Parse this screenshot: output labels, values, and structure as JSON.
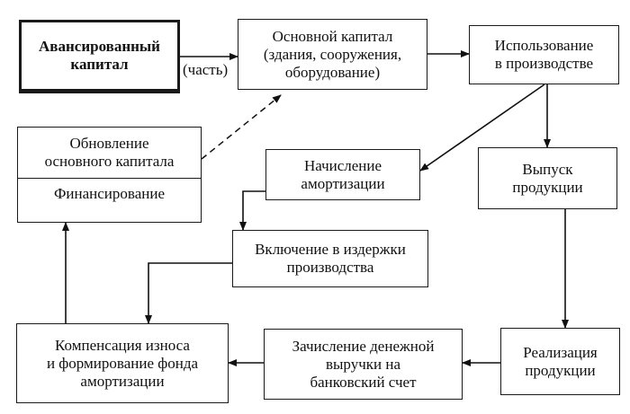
{
  "diagram": {
    "nodes": {
      "advance": "Авансированный\nкапитал",
      "fixed": "Основной капитал\n(здания, сооружения,\nоборудование)",
      "use": "Использование\nв производстве",
      "renewal": "Обновление\nосновного капитала",
      "financing": "Финансирование",
      "depr": "Начисление\nамортизации",
      "output": "Выпуск\nпродукции",
      "costs": "Включение в издержки\nпроизводства",
      "comp": "Компенсация износа\nи формирование фонда\nамортизации",
      "revenue": "Зачисление денежной\nвыручки на\nбанковский счет",
      "sales": "Реализация\nпродукции"
    },
    "edge_label": "(часть)"
  }
}
